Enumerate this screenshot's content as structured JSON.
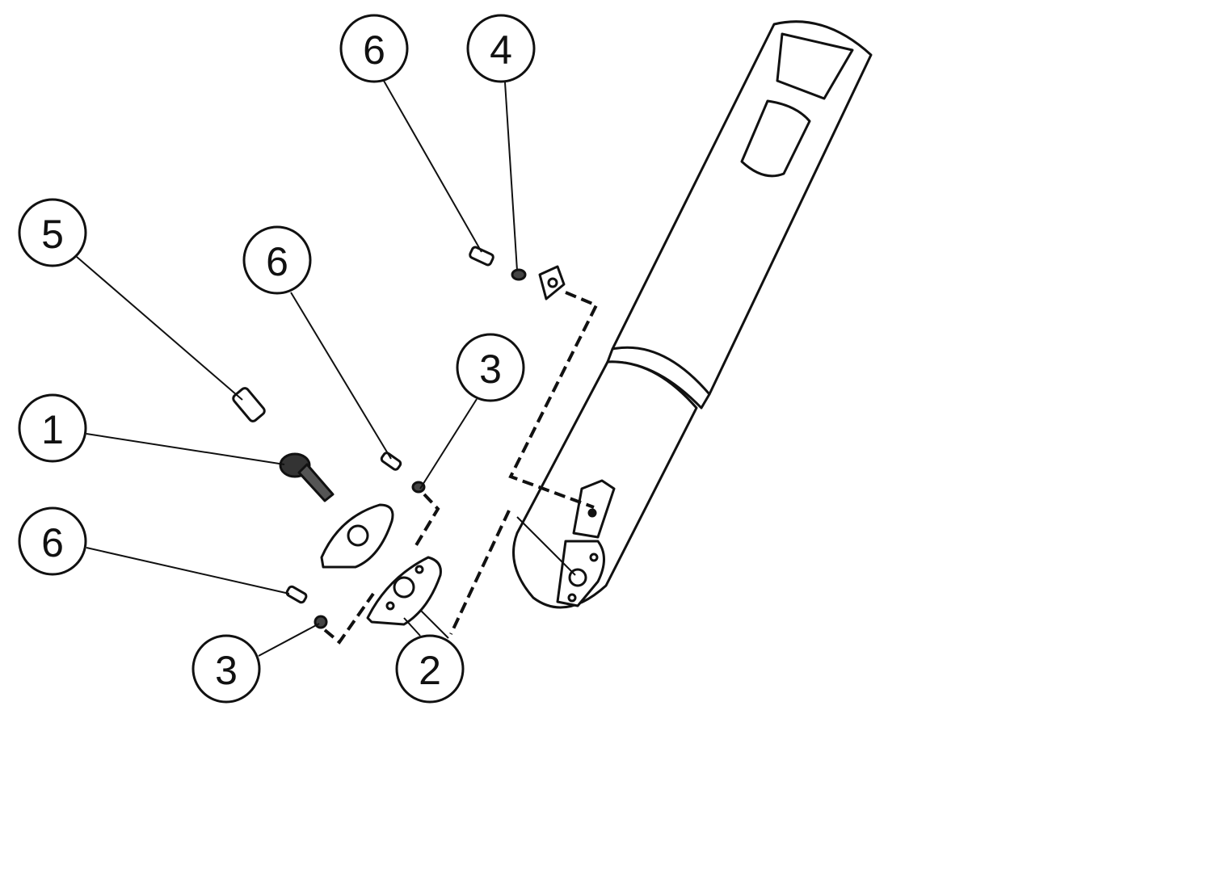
{
  "diagram": {
    "type": "exploded-parts-view",
    "colors": {
      "line": "#111111",
      "part_fill": "#ffffff",
      "dark": "#333333"
    },
    "callouts": [
      {
        "id": "c6a",
        "label": "6"
      },
      {
        "id": "c4",
        "label": "4"
      },
      {
        "id": "c5",
        "label": "5"
      },
      {
        "id": "c6b",
        "label": "6"
      },
      {
        "id": "c3a",
        "label": "3"
      },
      {
        "id": "c1",
        "label": "1"
      },
      {
        "id": "c6c",
        "label": "6"
      },
      {
        "id": "c3b",
        "label": "3"
      },
      {
        "id": "c2",
        "label": "2"
      }
    ]
  }
}
